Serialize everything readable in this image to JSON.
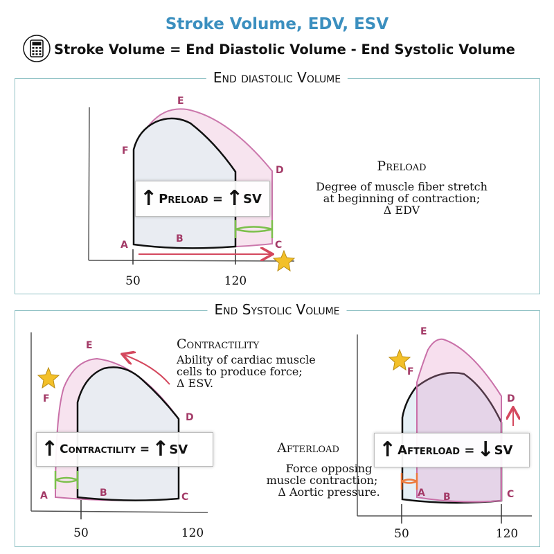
{
  "header": {
    "title": "Stroke Volume, EDV, ESV",
    "formula": "Stroke Volume = End Diastolic Volume - End Systolic Volume",
    "icon": "calculator-icon"
  },
  "colors": {
    "title": "#3b8fbf",
    "panel_border": "#8fc1c4",
    "loop_pink": "#c970a8",
    "loop_fill_pink": "#f7e3ef",
    "loop_fill_gray": "#e9ecf2",
    "point_label": "#a33a67",
    "red_arrow": "#d4485e",
    "green_marker": "#7cc04b",
    "orange_marker": "#ec7a3c",
    "star": "#f3c029"
  },
  "edv_section": {
    "title": "End diastolic Volume",
    "points": {
      "a": "A",
      "b": "B",
      "c": "C",
      "d": "D",
      "e": "E",
      "f": "F"
    },
    "x_ticks": [
      "50",
      "120"
    ],
    "equation": {
      "arrow_left": "↑",
      "label": "Preload =",
      "arrow_right": "↑",
      "result": "SV"
    },
    "heading": "Preload",
    "lines": [
      "Degree of muscle fiber stretch",
      "at beginning of contraction;",
      "Δ EDV"
    ]
  },
  "esv_section": {
    "title": "End Systolic Volume",
    "contractility": {
      "points": {
        "a": "A",
        "b": "B",
        "c": "C",
        "d": "D",
        "e": "E",
        "f": "F"
      },
      "x_ticks": [
        "50",
        "120"
      ],
      "equation": {
        "arrow_left": "↑",
        "label": "Contractility =",
        "arrow_right": "↑",
        "result": "SV"
      },
      "heading": "Contractility",
      "lines": [
        "Ability of cardiac muscle",
        "cells to produce force;",
        "Δ ESV."
      ]
    },
    "afterload": {
      "points": {
        "a": "A",
        "b": "B",
        "c": "C",
        "d": "D",
        "e": "E",
        "f": "F"
      },
      "x_ticks": [
        "50",
        "120"
      ],
      "equation": {
        "arrow_left": "↑",
        "label": "Afterload =",
        "arrow_right": "↓",
        "result": "SV"
      },
      "heading": "Afterload",
      "lines": [
        "Force opposing",
        "muscle contraction;",
        "Δ Aortic pressure."
      ]
    }
  }
}
